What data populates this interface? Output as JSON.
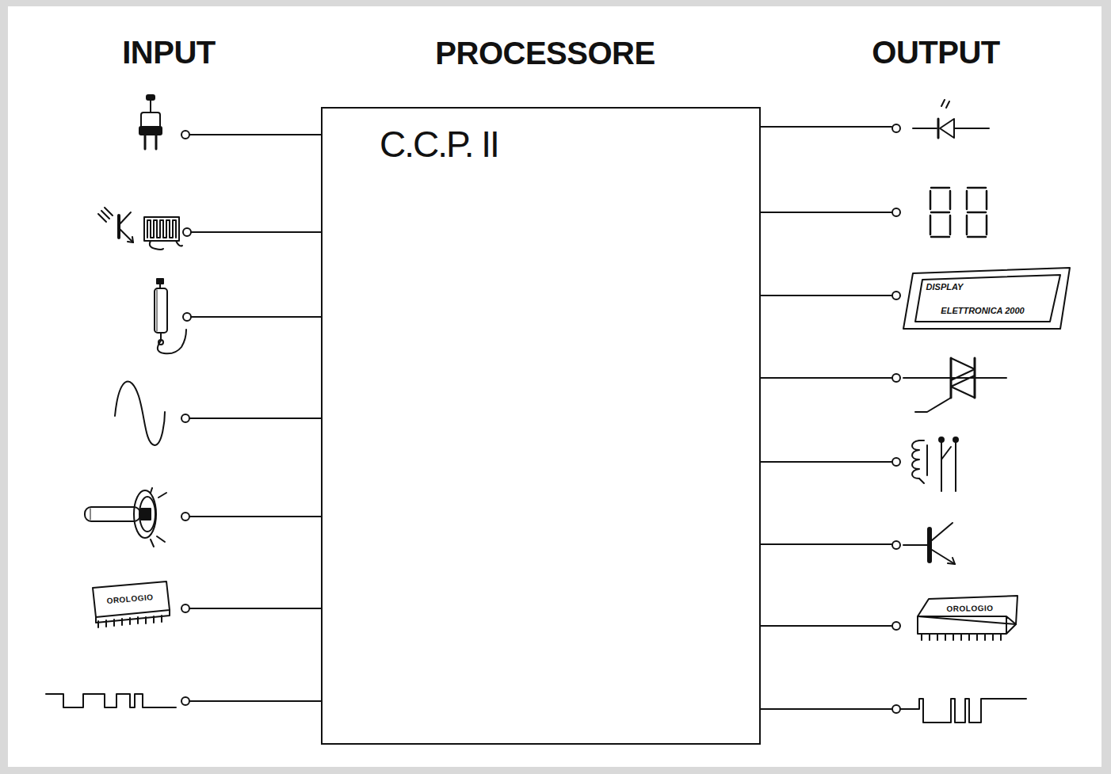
{
  "diagram": {
    "nodes": [
      {
        "text": [
          "PROCESSORE",
          "C.C.P. II"
        ]
      }
    ],
    "labels": [
      "INPUT",
      "OUTPUT",
      "OROLOGIO",
      "DISPLAY",
      "ELETTRONICA 2000",
      "OROLOGIO"
    ]
  }
}
